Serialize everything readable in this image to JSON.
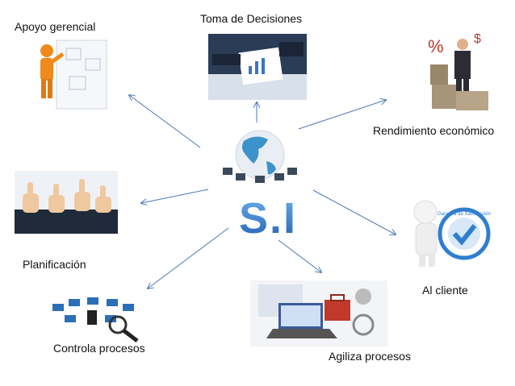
{
  "center": {
    "label": "S.I",
    "icon": "globe-network-icon"
  },
  "nodes": [
    {
      "id": "apoyo",
      "label": "Apoyo gerencial",
      "icon": "presenter-figure-icon"
    },
    {
      "id": "toma",
      "label": "Toma de Decisiones",
      "icon": "business-meeting-icon"
    },
    {
      "id": "rendimiento",
      "label": "Rendimiento económico",
      "icon": "businessman-money-icon"
    },
    {
      "id": "planificacion",
      "label": "Planificación",
      "icon": "thumbs-up-icon"
    },
    {
      "id": "controla",
      "label": "Controla procesos",
      "icon": "network-magnifier-icon"
    },
    {
      "id": "agiliza",
      "label": "Agiliza procesos",
      "icon": "laptop-tools-icon"
    },
    {
      "id": "cliente",
      "label": "Al cliente",
      "icon": "guarantee-badge-icon"
    }
  ],
  "badge_text": "Garantía de Satisfacción",
  "colors": {
    "arrow": "#4a78b8",
    "accent": "#2f7fd0"
  }
}
